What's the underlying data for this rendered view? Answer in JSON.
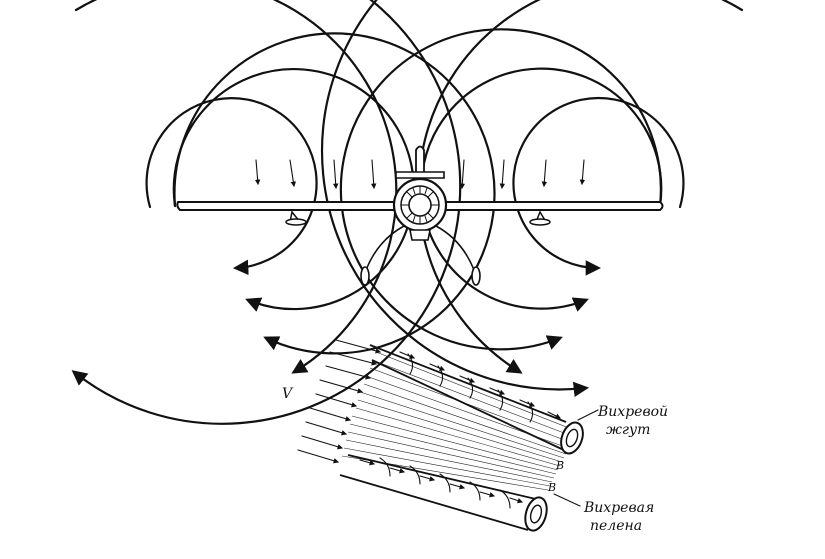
{
  "labels": {
    "velocity": "V",
    "vortex_tube_line1": "Вихревой",
    "vortex_tube_line2": "жгут",
    "vortex_sheet_line1": "Вихревая",
    "vortex_sheet_line2": "пелена",
    "point_b": "B",
    "point_b_prime": "B"
  },
  "colors": {
    "ink": "#111111",
    "background": "#ffffff"
  }
}
